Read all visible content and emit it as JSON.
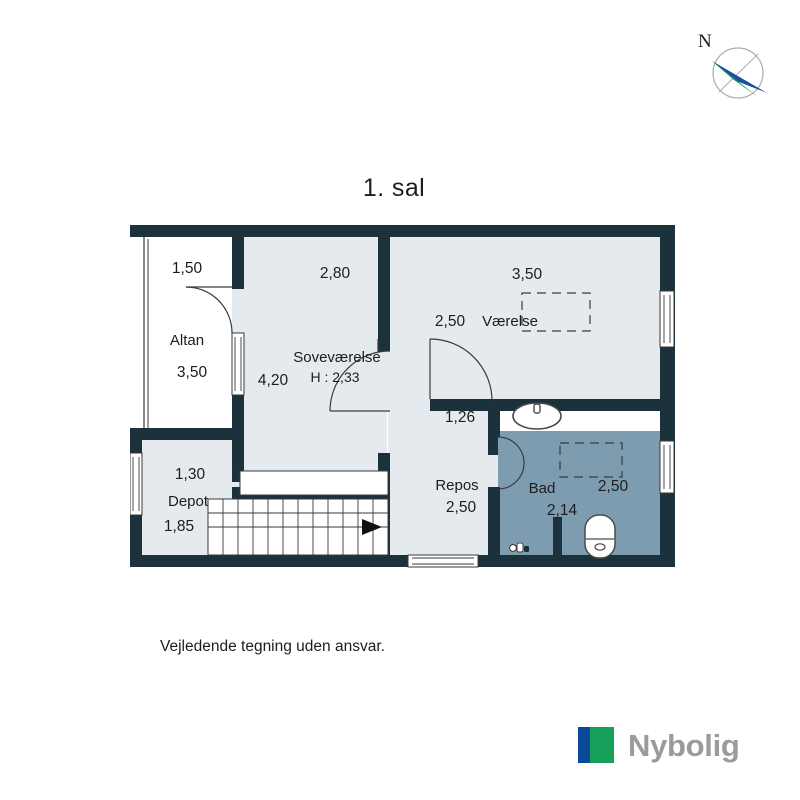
{
  "title": "1. sal",
  "footer_note": "Vejledende tegning uden ansvar.",
  "compass": {
    "north_label": "N",
    "needle_top_color": "#1b4f9c",
    "needle_bottom_color": "#16a05a",
    "ring_color": "#b0b0b0"
  },
  "logo": {
    "name": "Nybolig",
    "mark_blue": "#0b4a9b",
    "mark_green": "#16a05a",
    "text_color": "#9b9b9b"
  },
  "colors": {
    "wall": "#1b313c",
    "room_fill": "#e4eaee",
    "bath_fill": "#7d9cb0",
    "white": "#ffffff",
    "line": "#3a3a3a"
  },
  "rooms": [
    {
      "key": "altan",
      "name": "Altan",
      "dim_top": "1,50",
      "dim_side": "3,50",
      "fill": "white"
    },
    {
      "key": "sovevaerelse",
      "name": "Soveværelse",
      "dim_top": "2,80",
      "dim_side": "4,20",
      "height_label": "H : 2,33",
      "fill": "room"
    },
    {
      "key": "vaerelse",
      "name": "Værelse",
      "dim_top": "3,50",
      "dim_side": "2,50",
      "fill": "room"
    },
    {
      "key": "depot",
      "name": "Depot",
      "dim_top": "1,30",
      "dim_side": "1,85",
      "fill": "room"
    },
    {
      "key": "repos",
      "name": "Repos",
      "dim_top": "1,26",
      "dim_side": "2,50",
      "fill": "room"
    },
    {
      "key": "bad",
      "name": "Bad",
      "dim_top": "2,50",
      "dim_side": "2,14",
      "fill": "bath"
    }
  ],
  "fixtures": [
    {
      "key": "stairs",
      "name": "staircase",
      "treads": 12,
      "direction": "right"
    },
    {
      "key": "sink",
      "name": "wash-basin"
    },
    {
      "key": "toilet",
      "name": "toilet"
    },
    {
      "key": "shower",
      "name": "shower-area"
    }
  ]
}
